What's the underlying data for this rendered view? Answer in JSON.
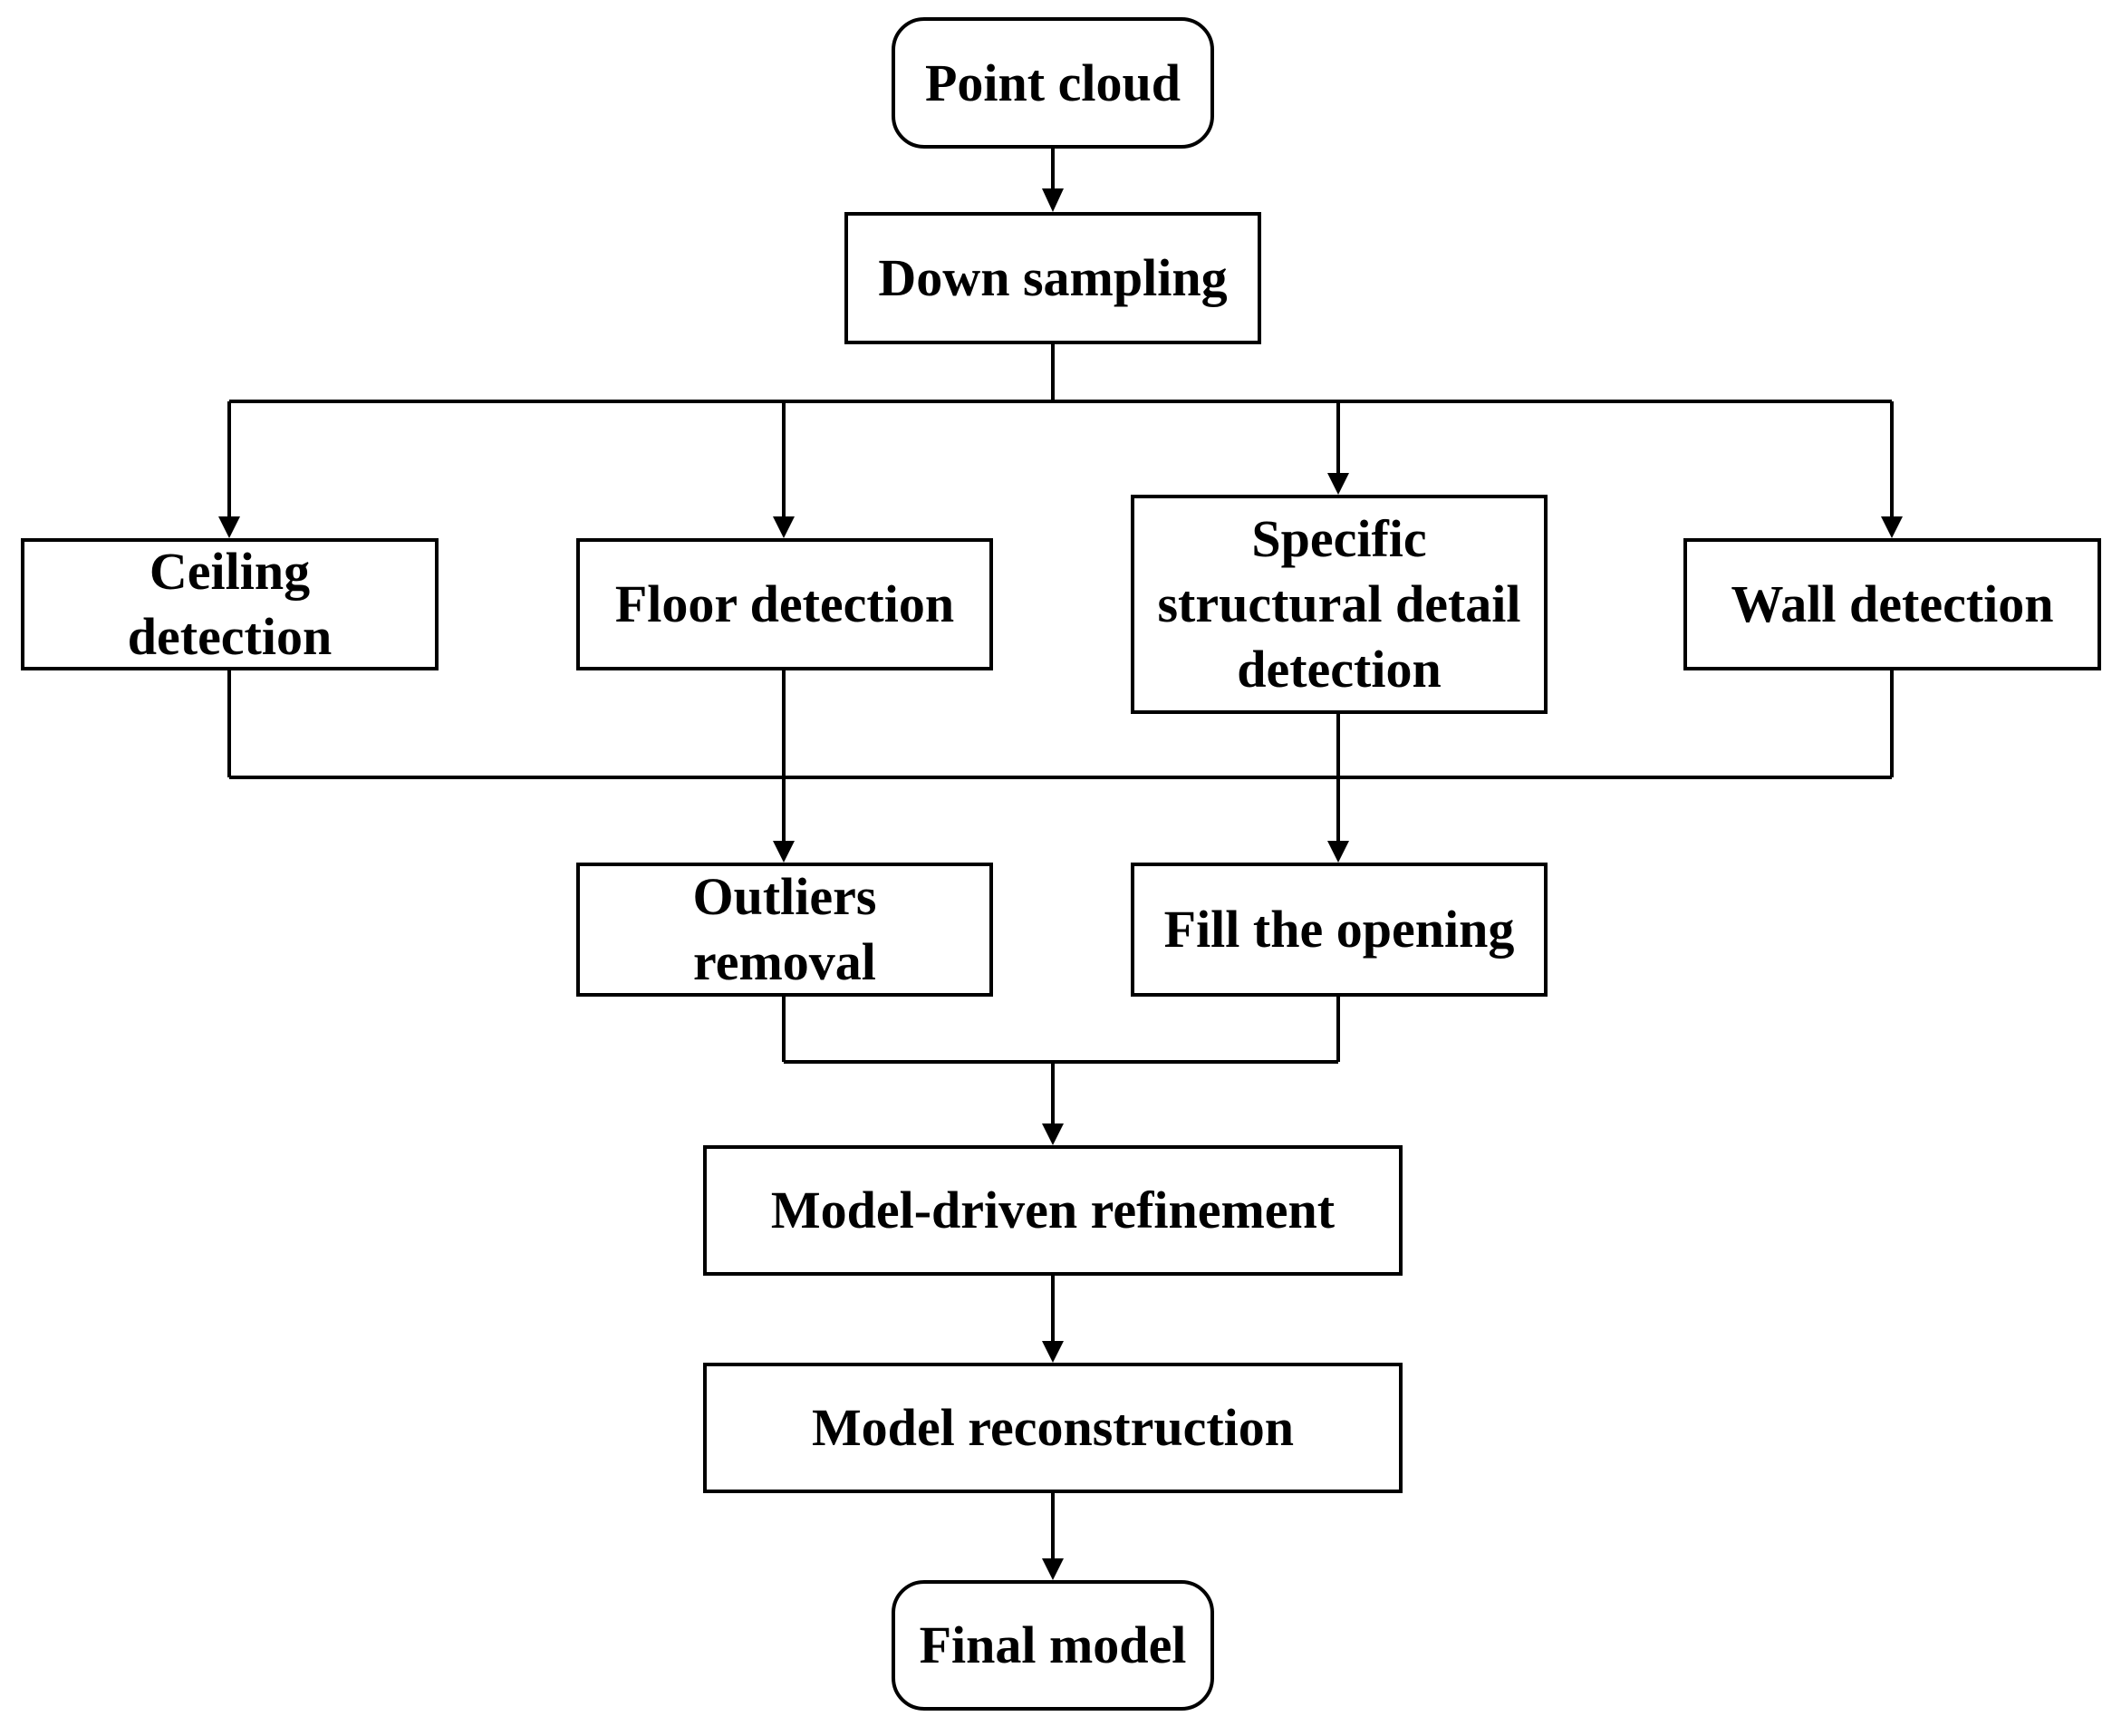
{
  "nodes": {
    "point_cloud": {
      "lines": [
        "Point cloud"
      ]
    },
    "down_sampling": {
      "lines": [
        "Down sampling"
      ]
    },
    "ceiling_detection": {
      "lines": [
        "Ceiling",
        "detection"
      ]
    },
    "floor_detection": {
      "lines": [
        "Floor detection"
      ]
    },
    "specific_detail_detection": {
      "lines": [
        "Specific",
        "structural detail",
        "detection"
      ]
    },
    "wall_detection": {
      "lines": [
        "Wall detection"
      ]
    },
    "outliers_removal": {
      "lines": [
        "Outliers",
        "removal"
      ]
    },
    "fill_the_opening": {
      "lines": [
        "Fill the opening"
      ]
    },
    "model_driven_refinement": {
      "lines": [
        "Model-driven refinement"
      ]
    },
    "model_reconstruction": {
      "lines": [
        "Model reconstruction"
      ]
    },
    "final_model": {
      "lines": [
        "Final model"
      ]
    }
  },
  "edges": [
    {
      "from": "point_cloud",
      "to": "down_sampling"
    },
    {
      "from": "down_sampling",
      "to": "ceiling_detection"
    },
    {
      "from": "down_sampling",
      "to": "floor_detection"
    },
    {
      "from": "down_sampling",
      "to": "specific_detail_detection"
    },
    {
      "from": "down_sampling",
      "to": "wall_detection"
    },
    {
      "from": "ceiling_detection",
      "to": "outliers_removal"
    },
    {
      "from": "floor_detection",
      "to": "outliers_removal"
    },
    {
      "from": "wall_detection",
      "to": "outliers_removal"
    },
    {
      "from": "specific_detail_detection",
      "to": "fill_the_opening"
    },
    {
      "from": "outliers_removal",
      "to": "model_driven_refinement"
    },
    {
      "from": "fill_the_opening",
      "to": "model_driven_refinement"
    },
    {
      "from": "model_driven_refinement",
      "to": "model_reconstruction"
    },
    {
      "from": "model_reconstruction",
      "to": "final_model"
    }
  ]
}
